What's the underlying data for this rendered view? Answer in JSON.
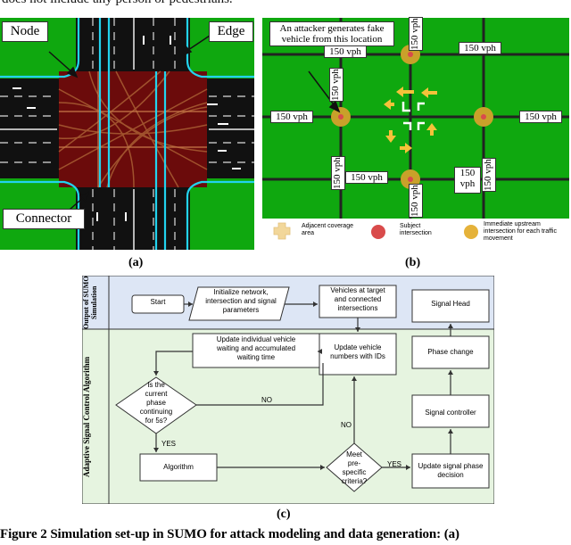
{
  "top_text": "does not include any person or pedestrians.",
  "panel_a": {
    "label_node": "Node",
    "label_edge": "Edge",
    "label_connector": "Connector",
    "sublabel": "(a)"
  },
  "panel_b": {
    "attacker_note_line1": "An attacker generates fake",
    "attacker_note_line2": "vehicle from this location",
    "vph_top_right": "150 vph",
    "vph_top_vert": "150 vph",
    "vph_top_right2": "150 vph",
    "vph_left_vert": "150 vph",
    "vph_left": "150 vph",
    "vph_right": "150 vph",
    "vph_bottom_left_vert": "150 vph",
    "vph_bottom_left": "150 vph",
    "vph_bottom_vert": "150 vph",
    "vph_bottom_right": "150 vph",
    "vph_bottom_right_vert": "150 vph",
    "legend": {
      "adjacent": "Adjacent coverage area",
      "subject": "Subject intersection",
      "upstream": "Immediate upstream intersection for each traffic movement"
    },
    "sublabel": "(b)"
  },
  "panel_c": {
    "section_top": "Output of SUMO Simulation",
    "section_bottom": "Adaptive Signal Control Algorithm",
    "start": "Start",
    "init_l1": "Initialize network,",
    "init_l2": "intersection and signal",
    "init_l3": "parameters",
    "vehicles_l1": "Vehicles at target",
    "vehicles_l2": "and connected",
    "vehicles_l3": "intersections",
    "signal_head": "Signal Head",
    "update_wait_l1": "Update individual vehicle",
    "update_wait_l2": "waiting and accumulated",
    "update_wait_l3": "waiting time",
    "update_num_l1": "Update vehicle",
    "update_num_l2": "numbers with IDs",
    "phase_change": "Phase change",
    "decision1_l1": "Is the",
    "decision1_l2": "current",
    "decision1_l3": "phase",
    "decision1_l4": "continuing",
    "decision1_l5": "for 5s?",
    "no_label1": "NO",
    "no_label2": "NO",
    "yes_label1": "YES",
    "yes_label2": "YES",
    "signal_controller": "Signal controller",
    "algorithm": "Algorithm",
    "decision2_l1": "Meet",
    "decision2_l2": "pre-",
    "decision2_l3": "specific",
    "decision2_l4": "criteria?",
    "update_decision_l1": "Update signal phase",
    "update_decision_l2": "decision",
    "sublabel": "(c)"
  },
  "caption": "Figure 2 Simulation set-up in SUMO for attack modeling and data generation: (a)"
}
